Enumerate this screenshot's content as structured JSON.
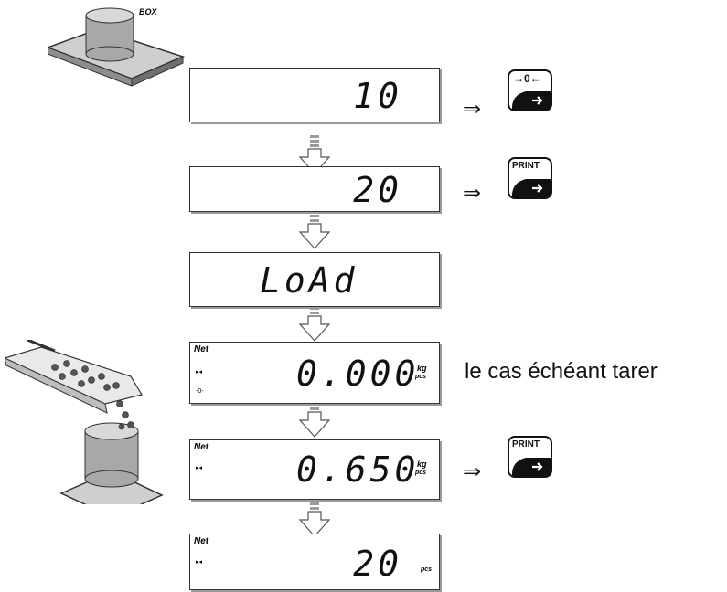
{
  "box_label": "BOX",
  "displays": [
    {
      "id": "d1",
      "value": "10"
    },
    {
      "id": "d2",
      "value": "20"
    },
    {
      "id": "d3",
      "value": "LoAd"
    },
    {
      "id": "d4",
      "value": "0.000",
      "net": "Net",
      "unit_kg": "kg",
      "unit_pcs": "pcs",
      "zero_sym": "-0-"
    },
    {
      "id": "d5",
      "value": "0.650",
      "net": "Net",
      "unit_kg": "kg",
      "unit_pcs": "pcs"
    },
    {
      "id": "d6",
      "value": "20",
      "net": "Net",
      "unit_pcs": "pcs"
    }
  ],
  "implies": "⇒",
  "keys": {
    "zero": {
      "label": "→0←",
      "icon": "zero-key-icon"
    },
    "print": {
      "label": "PRINT",
      "icon": "print-key-icon"
    }
  },
  "note": "le cas échéant tarer",
  "colors": {
    "key_dark": "#111111",
    "arrow_gray": "#9a9a9a",
    "stroke": "#333333"
  }
}
